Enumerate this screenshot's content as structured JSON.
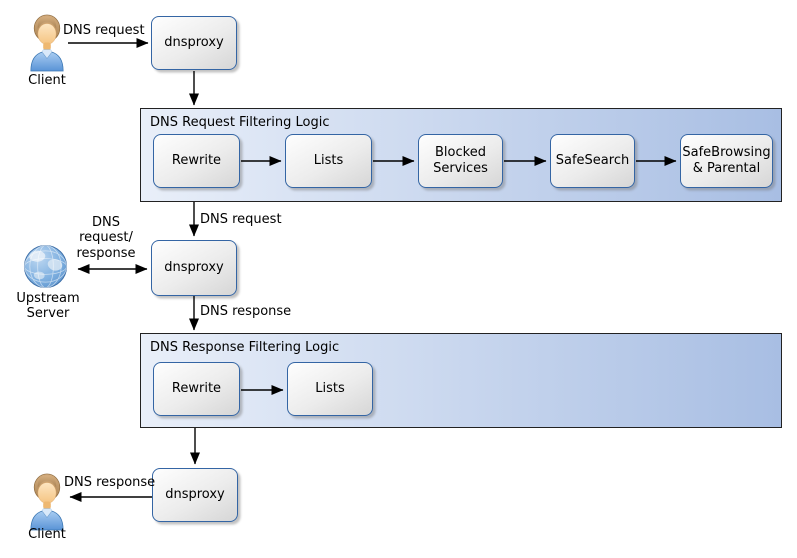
{
  "diagram_type": "flow-diagram",
  "colors": {
    "background": "#ffffff",
    "node_border": "#3465a4",
    "node_fill_top": "#fefefe",
    "node_fill_bottom": "#d6d6d6",
    "container_border": "#222222",
    "container_fill_left": "#e9eff9",
    "container_fill_right": "#a8bee3",
    "arrow": "#000000",
    "text": "#000000",
    "person_shirt": "#5e96d8",
    "person_hair": "#b78d5c",
    "globe_blue": "#5b90cc"
  },
  "actors": {
    "client_top": {
      "label": "Client"
    },
    "upstream": {
      "label": "Upstream Server"
    },
    "client_bottom": {
      "label": "Client"
    }
  },
  "nodes": {
    "dnsproxy_top": {
      "label": "dnsproxy"
    },
    "dnsproxy_middle": {
      "label": "dnsproxy"
    },
    "dnsproxy_bottom": {
      "label": "dnsproxy"
    }
  },
  "containers": {
    "request_filtering": {
      "title": "DNS Request Filtering Logic",
      "steps": [
        "Rewrite",
        "Lists",
        "Blocked Services",
        "SafeSearch",
        "SafeBrowsing & Parental"
      ]
    },
    "response_filtering": {
      "title": "DNS Response Filtering Logic",
      "steps": [
        "Rewrite",
        "Lists"
      ]
    }
  },
  "edge_labels": {
    "client_request": "DNS request",
    "filtered_request": "DNS request",
    "upstream_exchange": "DNS request/ response",
    "proxy_response": "DNS response",
    "client_response": "DNS response"
  }
}
